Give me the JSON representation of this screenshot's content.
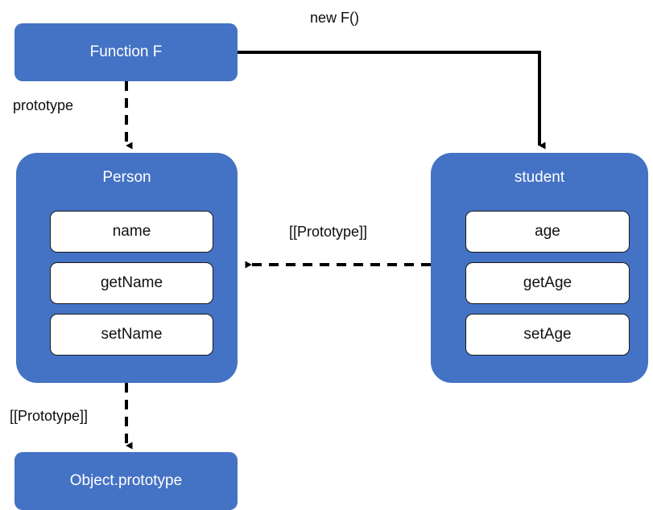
{
  "diagram": {
    "title": "JavaScript prototype chain diagram",
    "accent_color": "#4472C4",
    "line_color": "#000000",
    "background": "#ffffff"
  },
  "nodes": {
    "function_f": {
      "label": "Function F"
    },
    "person": {
      "label": "Person",
      "members": [
        "name",
        "getName",
        "setName"
      ]
    },
    "student": {
      "label": "student",
      "members": [
        "age",
        "getAge",
        "setAge"
      ]
    },
    "object_prototype": {
      "label": "Object.prototype"
    }
  },
  "edges": {
    "new_f": {
      "label": "new F()",
      "style": "solid",
      "from": "function_f",
      "to": "student"
    },
    "prototype": {
      "label": "prototype",
      "style": "dashed",
      "from": "function_f",
      "to": "person"
    },
    "student_proto": {
      "label": "[[Prototype]]",
      "style": "dashed",
      "from": "student",
      "to": "person"
    },
    "person_proto": {
      "label": "[[Prototype]]",
      "style": "dashed",
      "from": "person",
      "to": "object_prototype"
    }
  }
}
